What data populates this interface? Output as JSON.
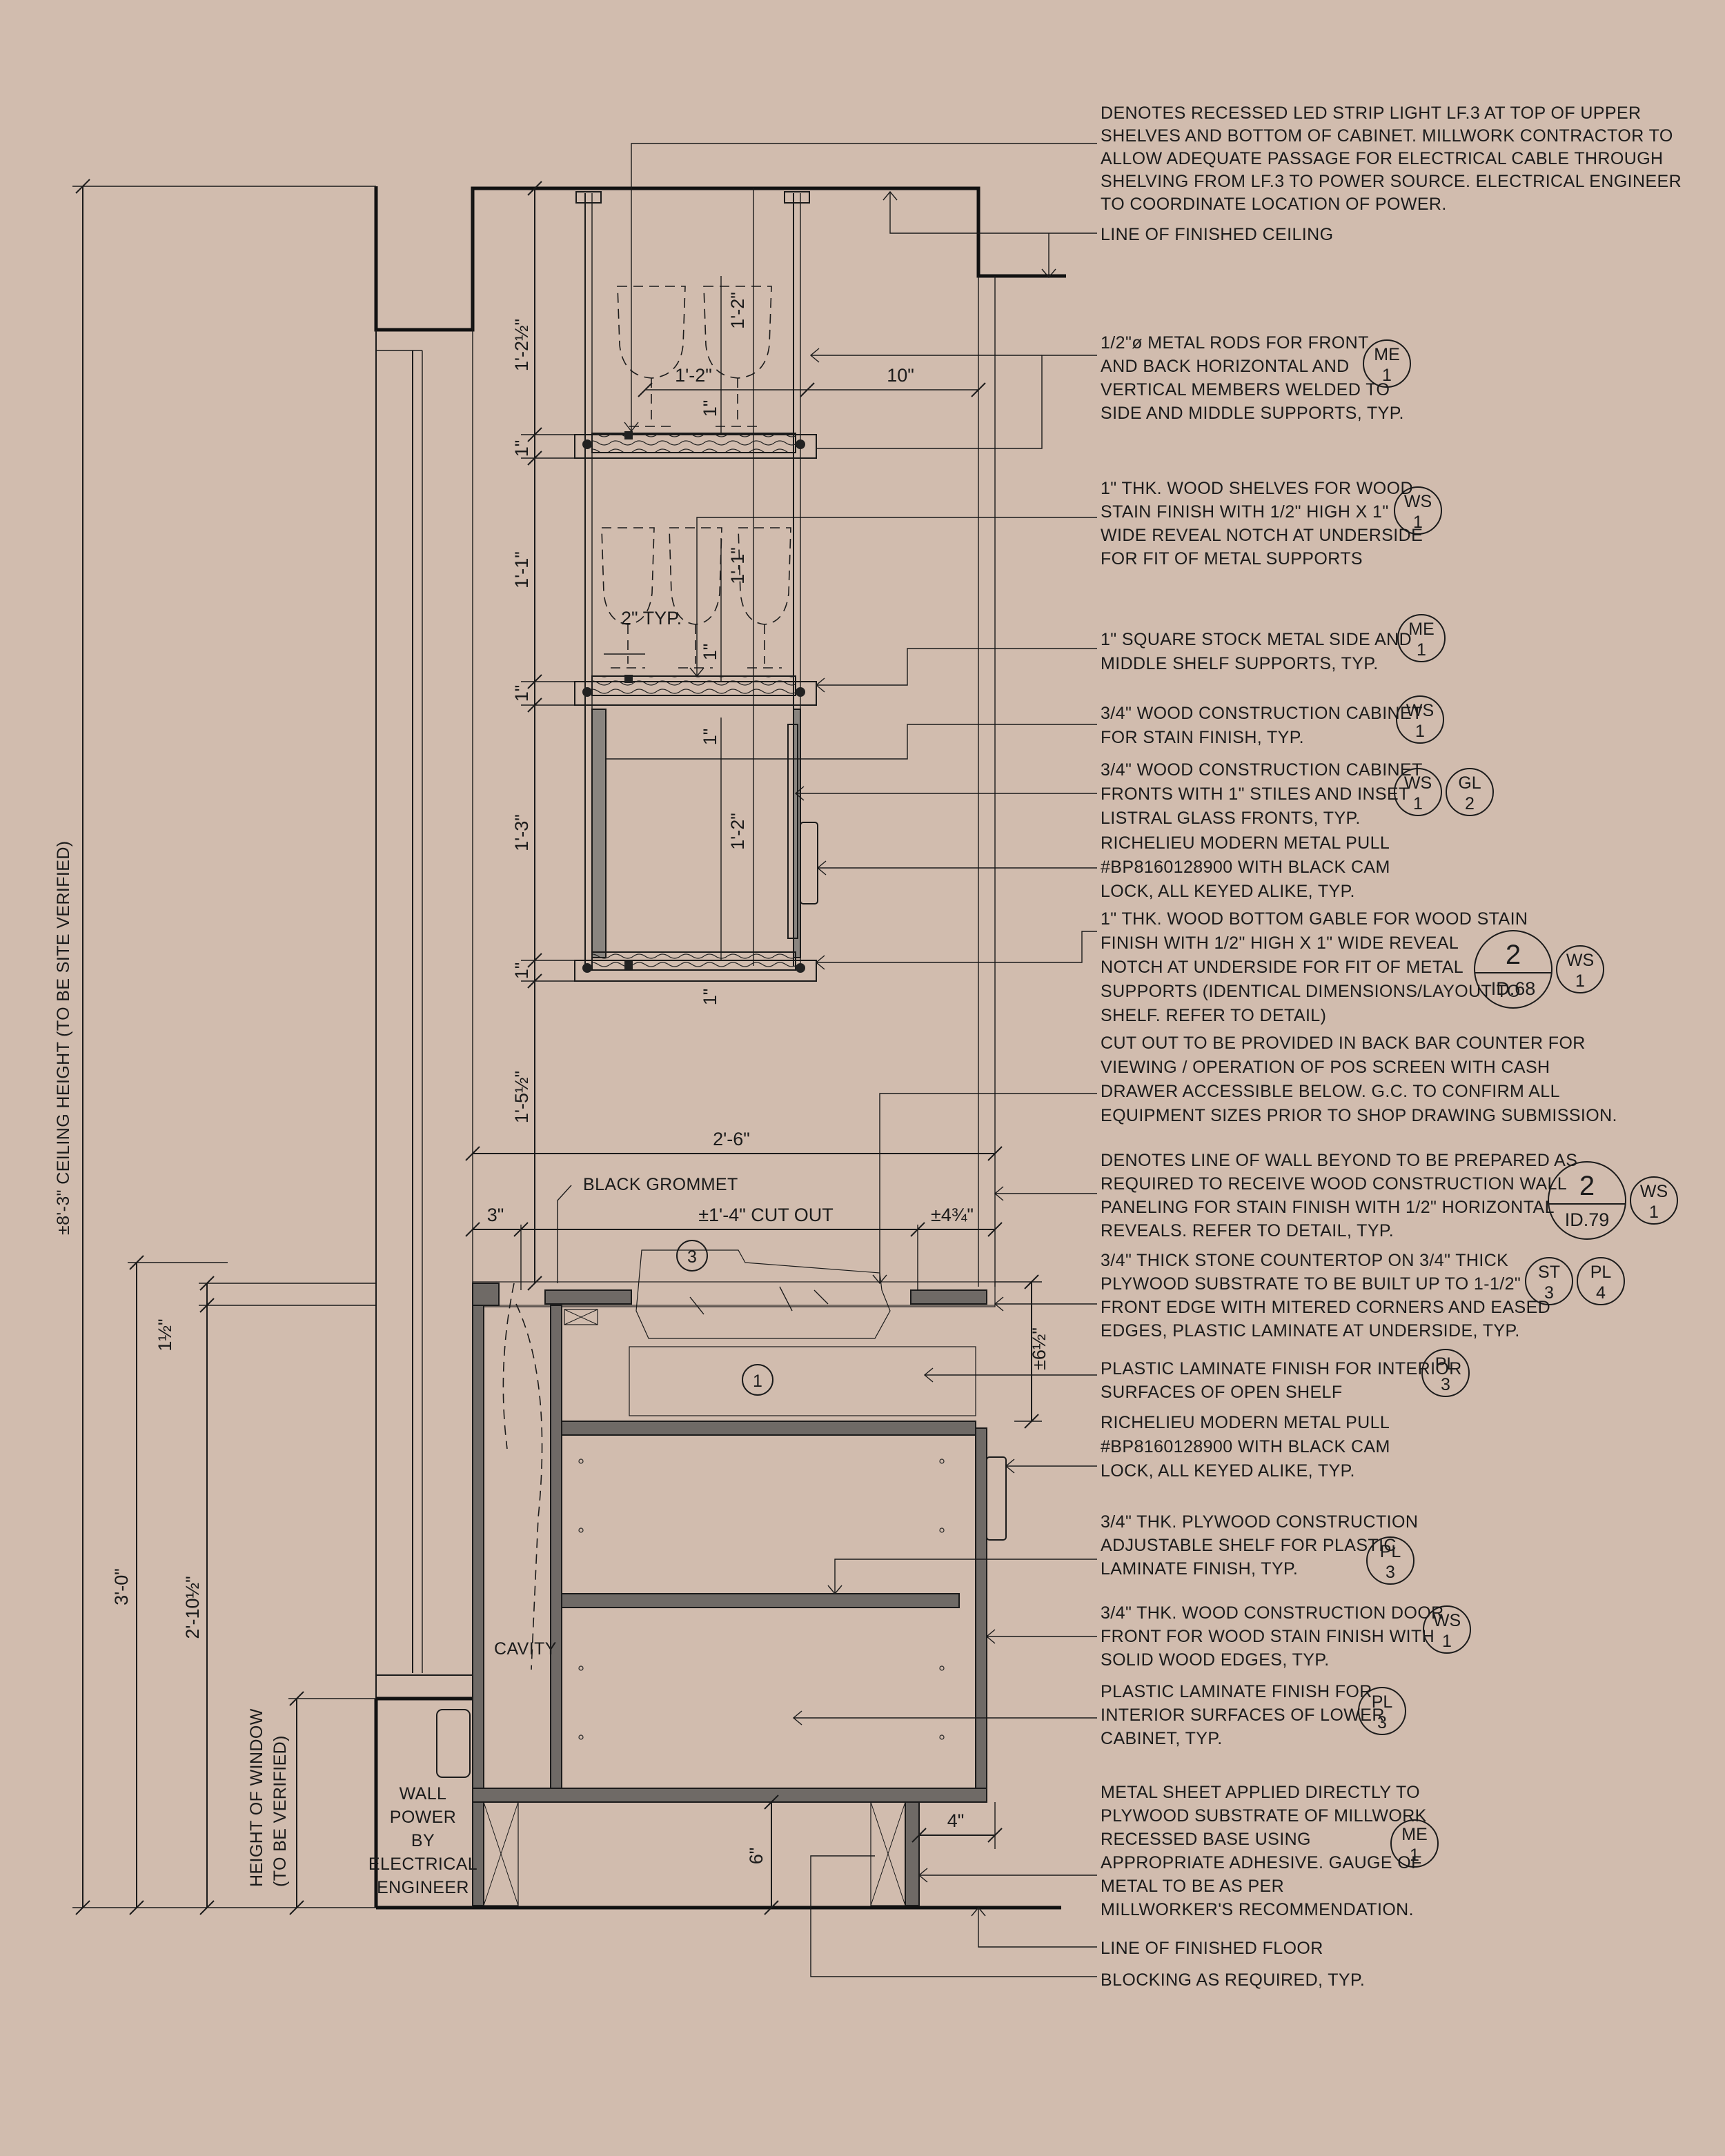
{
  "notes": {
    "led": [
      "DENOTES RECESSED LED STRIP LIGHT LF.3 AT TOP OF UPPER",
      "SHELVES AND BOTTOM OF CABINET. MILLWORK CONTRACTOR TO",
      "ALLOW ADEQUATE PASSAGE FOR ELECTRICAL CABLE THROUGH",
      "SHELVING FROM LF.3 TO POWER SOURCE. ELECTRICAL ENGINEER",
      "TO COORDINATE LOCATION OF POWER."
    ],
    "ceiling": [
      "LINE OF FINISHED CEILING"
    ],
    "rods": [
      "1/2\"ø METAL RODS FOR FRONT",
      "AND BACK HORIZONTAL AND",
      "VERTICAL MEMBERS WELDED TO",
      "SIDE AND MIDDLE SUPPORTS, TYP."
    ],
    "shelves": [
      "1\" THK. WOOD SHELVES FOR WOOD",
      "STAIN FINISH WITH 1/2\" HIGH X 1\"",
      "WIDE REVEAL NOTCH AT UNDERSIDE",
      "FOR FIT OF METAL SUPPORTS"
    ],
    "supports": [
      "1\" SQUARE STOCK METAL SIDE AND",
      "MIDDLE SHELF SUPPORTS, TYP."
    ],
    "cabinet": [
      "3/4\" WOOD CONSTRUCTION CABINET",
      "FOR STAIN FINISH, TYP."
    ],
    "fronts": [
      "3/4\" WOOD CONSTRUCTION CABINET",
      "FRONTS WITH 1\" STILES AND INSET",
      "LISTRAL GLASS FRONTS, TYP."
    ],
    "pull1": [
      "RICHELIEU MODERN METAL PULL",
      "#BP8160128900 WITH BLACK CAM",
      "LOCK, ALL KEYED ALIKE, TYP."
    ],
    "gable": [
      "1\" THK. WOOD BOTTOM GABLE FOR WOOD STAIN",
      "FINISH WITH 1/2\" HIGH X 1\" WIDE REVEAL",
      "NOTCH AT UNDERSIDE FOR FIT OF METAL",
      "SUPPORTS (IDENTICAL DIMENSIONS/LAYOUT TO",
      "SHELF. REFER TO DETAIL)"
    ],
    "cutout": [
      "CUT OUT TO BE PROVIDED IN BACK BAR COUNTER FOR",
      "VIEWING / OPERATION OF POS SCREEN WITH CASH",
      "DRAWER ACCESSIBLE BELOW. G.C. TO CONFIRM ALL",
      "EQUIPMENT SIZES PRIOR TO SHOP DRAWING SUBMISSION."
    ],
    "wallbeyond": [
      "DENOTES LINE OF WALL BEYOND TO BE PREPARED AS",
      "REQUIRED TO RECEIVE WOOD CONSTRUCTION WALL",
      "PANELING FOR STAIN FINISH WITH 1/2\" HORIZONTAL",
      "REVEALS. REFER TO DETAIL, TYP."
    ],
    "counter": [
      "3/4\" THICK STONE COUNTERTOP ON 3/4\" THICK",
      "PLYWOOD SUBSTRATE TO BE BUILT UP TO 1-1/2\"",
      "FRONT EDGE WITH MITERED CORNERS AND EASED",
      "EDGES, PLASTIC LAMINATE AT UNDERSIDE, TYP."
    ],
    "plopen": [
      "PLASTIC LAMINATE FINISH FOR INTERIOR",
      "SURFACES OF OPEN SHELF"
    ],
    "pull2": [
      "RICHELIEU MODERN METAL PULL",
      "#BP8160128900 WITH BLACK CAM",
      "LOCK, ALL KEYED ALIKE, TYP."
    ],
    "adjshelf": [
      "3/4\" THK. PLYWOOD CONSTRUCTION",
      "ADJUSTABLE SHELF FOR PLASTIC",
      "LAMINATE FINISH, TYP."
    ],
    "door": [
      "3/4\" THK. WOOD CONSTRUCTION DOOR",
      "FRONT FOR WOOD STAIN FINISH WITH",
      "SOLID WOOD EDGES, TYP."
    ],
    "pllower": [
      "PLASTIC LAMINATE FINISH FOR",
      "INTERIOR SURFACES OF LOWER",
      "CABINET, TYP."
    ],
    "metalsheet": [
      "METAL SHEET APPLIED DIRECTLY TO",
      "PLYWOOD SUBSTRATE OF MILLWORK",
      "RECESSED BASE USING",
      "APPROPRIATE ADHESIVE. GAUGE OF",
      "METAL TO BE AS PER",
      "MILLWORKER'S RECOMMENDATION."
    ],
    "floor": [
      "LINE OF FINISHED FLOOR"
    ],
    "blocking": [
      "BLOCKING AS REQUIRED, TYP."
    ],
    "grommet": [
      "BLACK GROMMET"
    ],
    "cavity": [
      "CAVITY"
    ],
    "wallpower": [
      "WALL",
      "POWER",
      "BY",
      "ELECTRICAL",
      "ENGINEER"
    ],
    "window": [
      "HEIGHT OF WINDOW",
      "(TO BE VERIFIED)"
    ],
    "ceilheight": [
      "±8'-3\" CEILING HEIGHT (TO BE SITE VERIFIED)"
    ]
  },
  "tags": {
    "me1_a": {
      "top": "ME",
      "bottom": "1"
    },
    "ws1_a": {
      "top": "WS",
      "bottom": "1"
    },
    "me1_b": {
      "top": "ME",
      "bottom": "1"
    },
    "ws1_b": {
      "top": "WS",
      "bottom": "1"
    },
    "ws1_c": {
      "top": "WS",
      "bottom": "1"
    },
    "gl2": {
      "top": "GL",
      "bottom": "2"
    },
    "ws1_d": {
      "top": "WS",
      "bottom": "1"
    },
    "ws1_e": {
      "top": "WS",
      "bottom": "1"
    },
    "st3": {
      "top": "ST",
      "bottom": "3"
    },
    "pl4": {
      "top": "PL",
      "bottom": "4"
    },
    "pl3_a": {
      "top": "PL",
      "bottom": "3"
    },
    "pl3_b": {
      "top": "PL",
      "bottom": "3"
    },
    "ws1_f": {
      "top": "WS",
      "bottom": "1"
    },
    "pl3_c": {
      "top": "PL",
      "bottom": "3"
    },
    "me1_c": {
      "top": "ME",
      "bottom": "1"
    }
  },
  "details": {
    "d1": {
      "num": "2",
      "sheet": "ID.68"
    },
    "d2": {
      "num": "2",
      "sheet": "ID.79"
    }
  },
  "dims": {
    "d_1_2half": "1'-2½\"",
    "d_1in_a": "1\"",
    "d_1_1": "1'-1\"",
    "d_1in_b": "1\"",
    "d_1_3": "1'-3\"",
    "d_1in_c": "1\"",
    "d_1_5half": "1'-5½\"",
    "d_1_2_top": "1'-2\"",
    "d_1_2_mid": "1'-2\"",
    "d_10": "10\"",
    "d_1in_s1": "1\"",
    "d_1_1_inner": "1'-1\"",
    "d_2typ": "2\" TYP.",
    "d_1in_s2": "1\"",
    "d_1in_s3": "1\"",
    "d_1_2_cab": "1'-2\"",
    "d_1in_s4": "1\"",
    "d_2_6": "2'-6\"",
    "d_3": "3\"",
    "d_cutout": "±1'-4\" CUT OUT",
    "d_4_3q": "±4¾\"",
    "d_6half": "±6½\"",
    "d_1half": "1½\"",
    "d_3_0": "3'-0\"",
    "d_2_10half": "2'-10½\"",
    "d_6": "6\"",
    "d_4": "4\""
  },
  "markers": {
    "m1": "1",
    "m3": "3"
  }
}
